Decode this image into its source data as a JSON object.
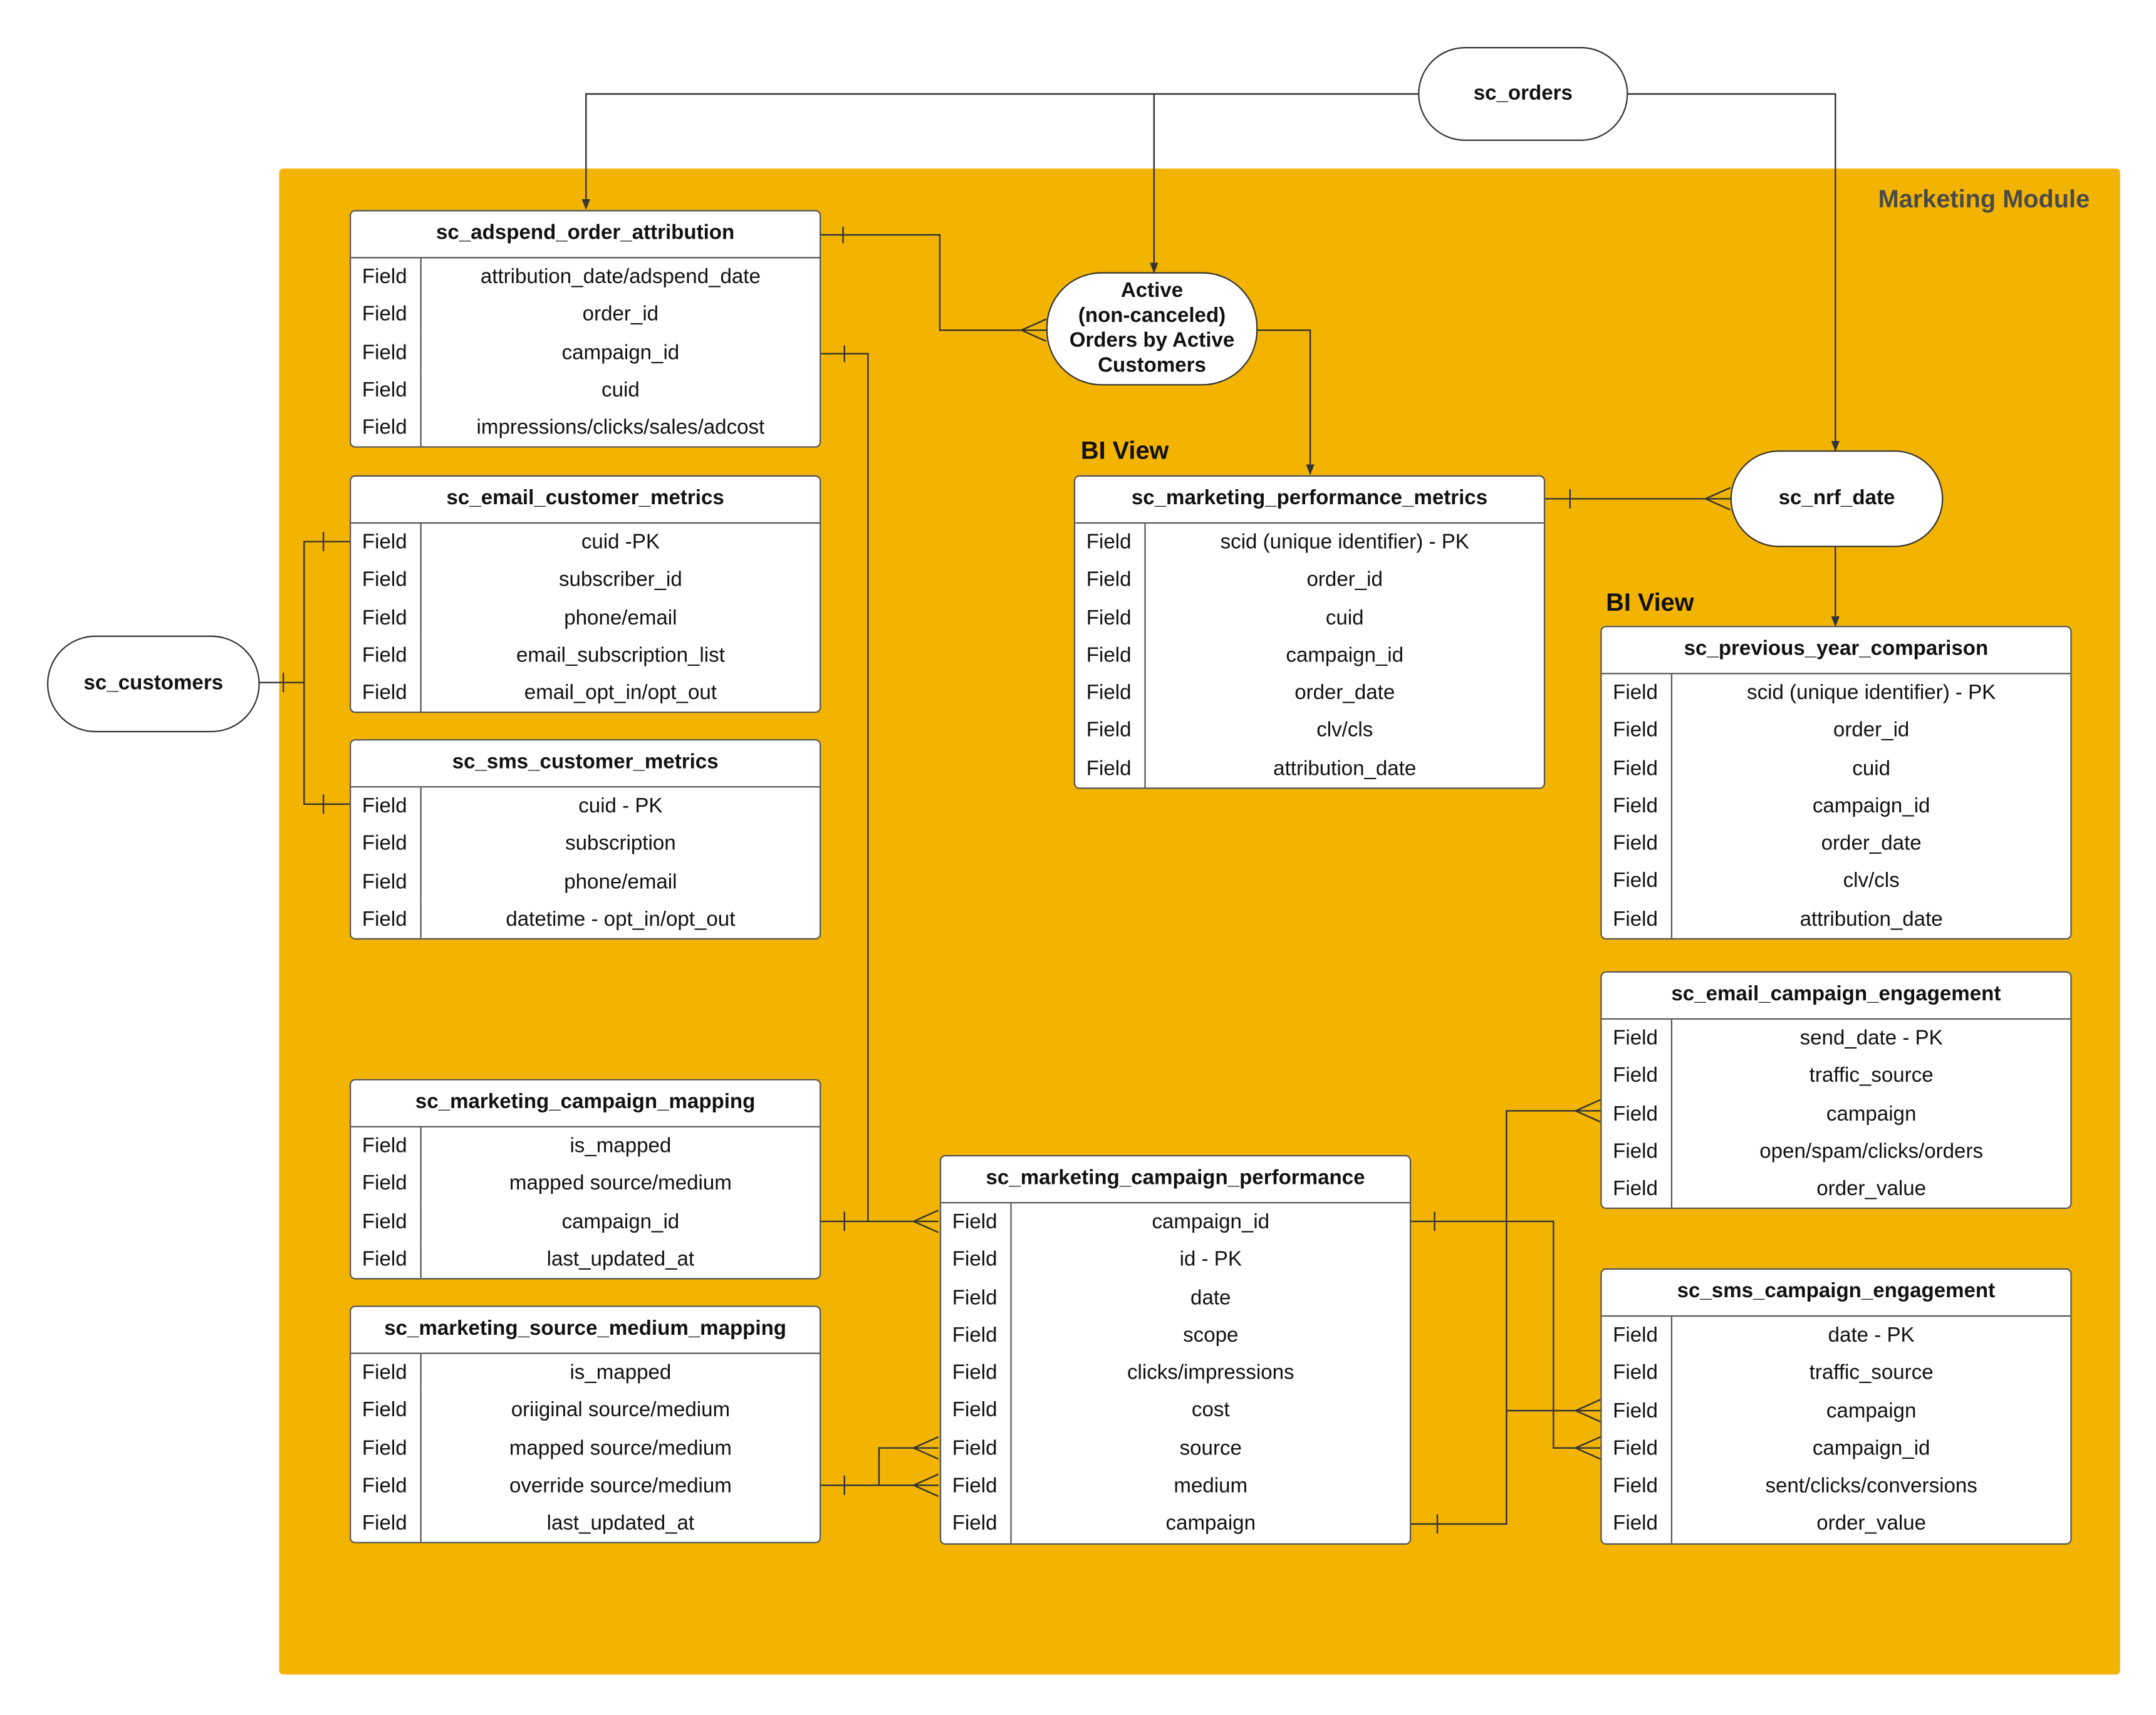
{
  "module": {
    "title": "Marketing Module"
  },
  "bi_labels": {
    "metrics": "BI View",
    "comparison": "BI View"
  },
  "nodes": {
    "sc_orders": "sc_orders",
    "sc_customers": "sc_customers",
    "sc_nrf_date": "sc_nrf_date",
    "active_orders": [
      "Active",
      "(non-canceled)",
      "Orders by Active",
      "Customers"
    ]
  },
  "row_key": "Field",
  "tables": {
    "adspend_order_attribution": {
      "title": "sc_adspend_order_attribution",
      "fields": [
        "attribution_date/adspend_date",
        "order_id",
        "campaign_id",
        "cuid",
        "impressions/clicks/sales/adcost"
      ]
    },
    "email_customer_metrics": {
      "title": "sc_email_customer_metrics",
      "fields": [
        "cuid -PK",
        "subscriber_id",
        "phone/email",
        "email_subscription_list",
        "email_opt_in/opt_out"
      ]
    },
    "sms_customer_metrics": {
      "title": "sc_sms_customer_metrics",
      "fields": [
        "cuid - PK",
        "subscription",
        "phone/email",
        "datetime - opt_in/opt_out"
      ]
    },
    "marketing_campaign_mapping": {
      "title": "sc_marketing_campaign_mapping",
      "fields": [
        "is_mapped",
        "mapped source/medium",
        "campaign_id",
        "last_updated_at"
      ]
    },
    "marketing_source_medium_mapping": {
      "title": "sc_marketing_source_medium_mapping",
      "fields": [
        "is_mapped",
        "oriiginal source/medium",
        "mapped source/medium",
        "override source/medium",
        "last_updated_at"
      ]
    },
    "marketing_performance_metrics": {
      "title": "sc_marketing_performance_metrics",
      "fields": [
        "scid (unique identifier) - PK",
        "order_id",
        "cuid",
        "campaign_id",
        "order_date",
        "clv/cls",
        "attribution_date"
      ]
    },
    "marketing_campaign_performance": {
      "title": "sc_marketing_campaign_performance",
      "fields": [
        "campaign_id",
        "id - PK",
        "date",
        "scope",
        "clicks/impressions",
        "cost",
        "source",
        "medium",
        "campaign"
      ]
    },
    "previous_year_comparison": {
      "title": "sc_previous_year_comparison",
      "fields": [
        "scid (unique identifier) - PK",
        "order_id",
        "cuid",
        "campaign_id",
        "order_date",
        "clv/cls",
        "attribution_date"
      ]
    },
    "email_campaign_engagement": {
      "title": "sc_email_campaign_engagement",
      "fields": [
        "send_date - PK",
        "traffic_source",
        "campaign",
        "open/spam/clicks/orders",
        "order_value"
      ]
    },
    "sms_campaign_engagement": {
      "title": "sc_sms_campaign_engagement",
      "fields": [
        "date - PK",
        "traffic_source",
        "campaign",
        "campaign_id",
        "sent/clicks/conversions",
        "order_value"
      ]
    }
  }
}
